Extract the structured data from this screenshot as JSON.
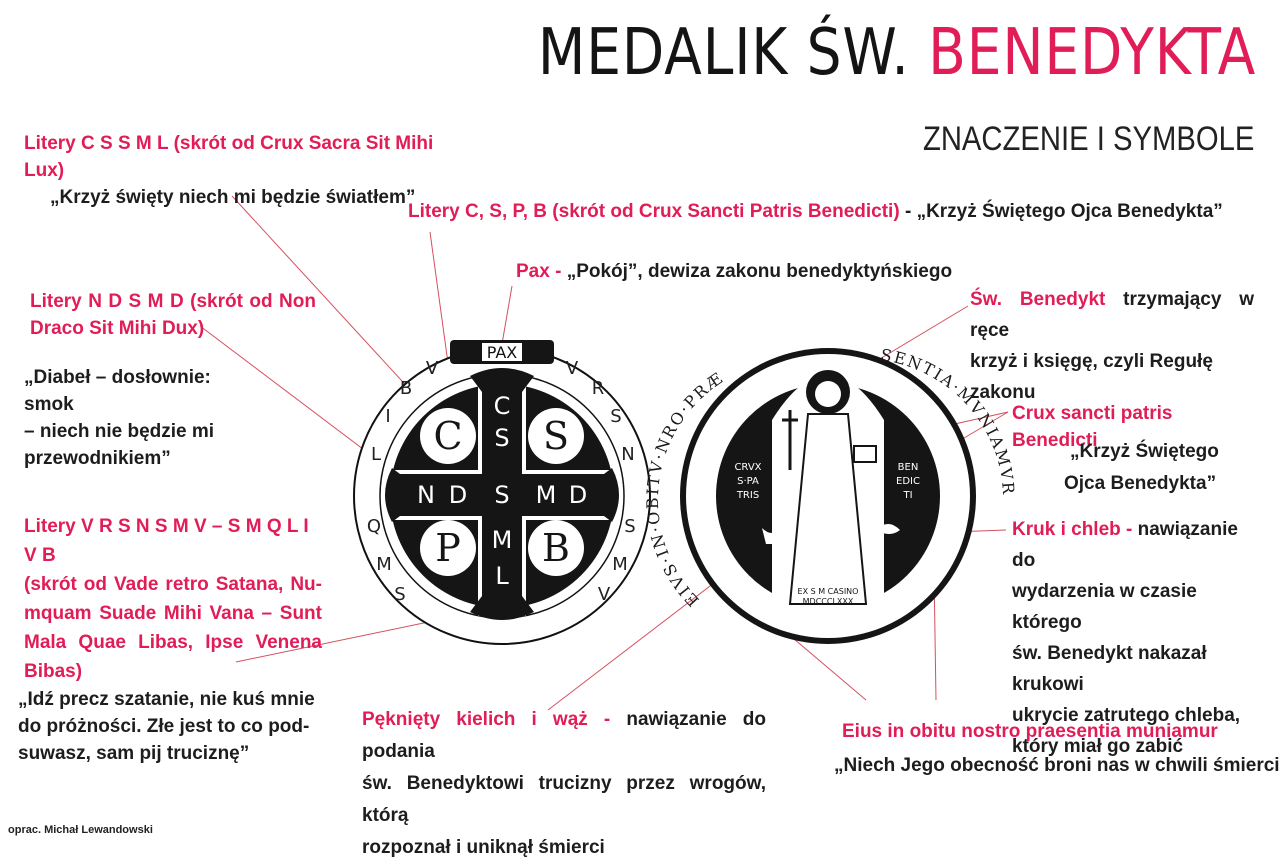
{
  "header": {
    "title_main": "MEDALIK ŚW.",
    "title_accent": "BENEDYKTA",
    "subtitle": "ZNACZENIE I SYMBOLE"
  },
  "colors": {
    "accent": "#e11d57",
    "text": "#1d1d1d",
    "lines": "#d4515f"
  },
  "annotations": {
    "cssml": {
      "key": "Litery C S S M L (skrót od Crux Sacra Sit Mihi Lux)",
      "text": "„Krzyż święty niech mi będzie światłem”"
    },
    "cspb": {
      "key": "Litery C, S, P, B (skrót od Crux Sancti Patris Benedicti)",
      "sep": " - ",
      "text": "„Krzyż Świętego Ojca Benedykta”"
    },
    "pax": {
      "key": "Pax -",
      "text": " „Pokój”, dewiza zakonu benedyktyńskiego"
    },
    "ndsmd": {
      "key_line1": "Litery N D S M D (skrót od Non",
      "key_line2": "Draco Sit Mihi Dux)",
      "text_line1": "„Diabeł – dosłownie: smok",
      "text_line2": "– niech nie będzie mi",
      "text_line3": "przewodnikiem”"
    },
    "vrsnsmv": {
      "key_line1": "Litery V R S N S M V – S M Q L I V B",
      "key_line2": "(skrót od Vade retro Satana, Nu-",
      "key_line3": "mquam Suade Mihi Vana – Sunt",
      "key_line4": "Mala Quae Libas, Ipse Venena",
      "key_line5": "Bibas)",
      "text_line1": "„Idź precz szatanie, nie kuś mnie",
      "text_line2": "do próżności. Złe jest to co pod-",
      "text_line3": "suwasz, sam pij truciznę”"
    },
    "chalice": {
      "key": "Pęknięty kielich i wąż -",
      "text_line1": " nawiązanie do podania",
      "text_line2": "św. Benedyktowi trucizny przez wrogów, którą",
      "text_line3": "rozpoznał i uniknął śmierci"
    },
    "benedict": {
      "key": "Św. Benedykt",
      "text_line1": " trzymający w ręce",
      "text_line2": "krzyż i księgę, czyli Regułę zakonu"
    },
    "crux_spb": {
      "key": "Crux sancti patris Benedicti",
      "text_line1": "„Krzyż Świętego",
      "text_line2": "Ojca Benedykta”"
    },
    "raven": {
      "key": "Kruk i chleb -",
      "text_line1": " nawiązanie do",
      "text_line2": "wydarzenia w czasie którego",
      "text_line3": "św. Benedykt nakazał krukowi",
      "text_line4": "ukrycie zatrutego chleba,",
      "text_line5": "który miał go zabić"
    },
    "eius": {
      "key": "Eius in obitu nostro praesentia muniamur",
      "text": "„Niech Jego obecność broni nas w chwili śmierci”"
    }
  },
  "medal_front": {
    "pax_label": "PAX",
    "ring_left_letters": [
      "V",
      "B",
      "I",
      "L",
      "Q",
      "M",
      "S"
    ],
    "ring_right_letters": [
      "V",
      "R",
      "S",
      "N",
      "S",
      "M",
      "V"
    ],
    "roundel_letters": [
      "C",
      "S",
      "P",
      "B"
    ],
    "vertical_letters": [
      "C",
      "S",
      "S",
      "M",
      "L"
    ],
    "horizontal_left": [
      "N",
      "D"
    ],
    "horizontal_right": [
      "M",
      "D"
    ],
    "center_letter": "S"
  },
  "medal_back": {
    "ring_text_left": "EIVS·IN·OBITV·NRO·PRÆ",
    "ring_text_right": "SENTIA·MVNIAMVR",
    "left_inscription": [
      "CRVX",
      "S·PA",
      "TRIS"
    ],
    "right_inscription": [
      "BEN",
      "EDIC",
      "TI"
    ],
    "bottom_inscription": [
      "EX S M CASINO",
      "MDCCCLXXX"
    ]
  },
  "footer": {
    "credit": "oprac. Michał Lewandowski"
  }
}
